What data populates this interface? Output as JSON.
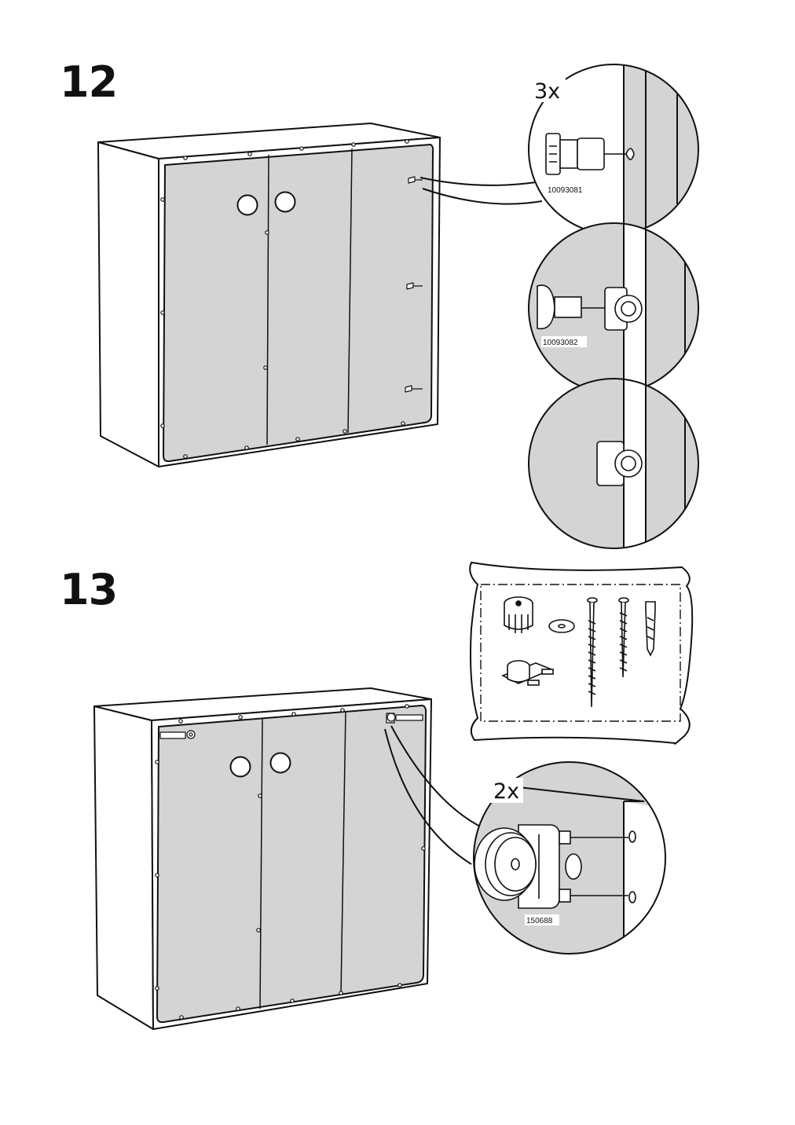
{
  "steps": [
    {
      "number": "12",
      "callouts": [
        {
          "quantity": "3x",
          "part_number": "10093081"
        },
        {
          "quantity": "",
          "part_number": "10093082"
        },
        {
          "quantity": "",
          "part_number": ""
        }
      ]
    },
    {
      "number": "13",
      "hardware_bag": [
        "adjustable-foot",
        "washer",
        "long-screw",
        "short-screw",
        "wall-plug",
        "foot-bracket"
      ],
      "callouts": [
        {
          "quantity": "2x",
          "part_number": "150688"
        }
      ]
    }
  ],
  "colors": {
    "line": "#111111",
    "panel": "#d4d4d4",
    "zoom_bg": "#d4d4d4",
    "paper": "#ffffff"
  }
}
